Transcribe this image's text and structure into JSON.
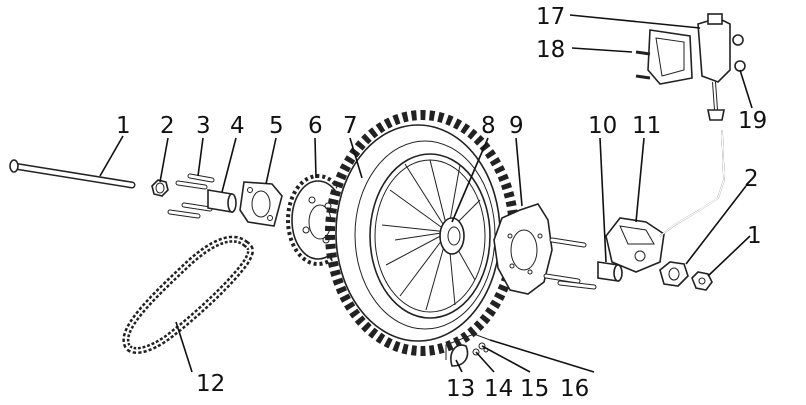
{
  "diagram": {
    "callouts": [
      "1",
      "2",
      "3",
      "4",
      "5",
      "6",
      "7",
      "8",
      "9",
      "10",
      "11",
      "12",
      "17",
      "18",
      "19",
      "2",
      "1",
      "13",
      "14",
      "15",
      "16"
    ]
  }
}
